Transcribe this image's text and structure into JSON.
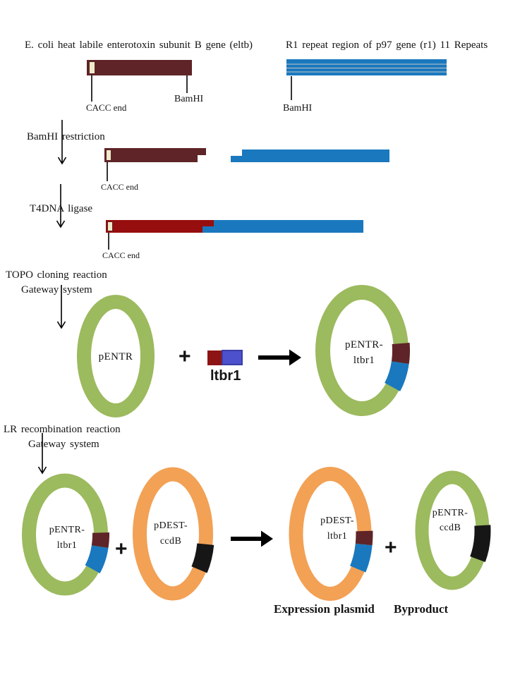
{
  "colors": {
    "maroon": "#5E2427",
    "red": "#970E0E",
    "insert_red": "#8E1414",
    "blue": "#1A78BE",
    "insert_blue": "#4D51CC",
    "insert_blue_border": "#3A3EA6",
    "cream": "#EEEBCB",
    "green": "#9CBA5E",
    "orange": "#F2A155",
    "segment_black": "#161616",
    "line_black": "#000000"
  },
  "labels": {
    "eltb_gene": "E. coli heat labile enterotoxin subunit B gene (eltb)",
    "r1_gene": "R1 repeat region of p97 gene (r1) 11 Repeats",
    "cacc_end": "CACC end",
    "bamhi": "BamHI",
    "step_restriction": "BamHI restriction",
    "step_ligase": "T4DNA ligase",
    "step_topo_line1": "TOPO cloning reaction",
    "step_topo_line2": "Gateway system",
    "step_lr_line1": "LR recombination reaction",
    "step_lr_line2": "Gateway system",
    "insert": "ltbr1",
    "plus": "+",
    "expression_plasmid": "Expression plasmid",
    "byproduct": "Byproduct"
  },
  "plasmids": {
    "pentr": {
      "line1": "pENTR"
    },
    "pentr_ltbr1": {
      "line1": "pENTR-",
      "line2": "ltbr1"
    },
    "pdest_ccdb": {
      "line1": "pDEST-",
      "line2": "ccdB"
    },
    "pdest_ltbr1": {
      "line1": "pDEST-",
      "line2": "ltbr1"
    },
    "pentr_ccdb": {
      "line1": "pENTR-",
      "line2": "ccdB"
    }
  }
}
